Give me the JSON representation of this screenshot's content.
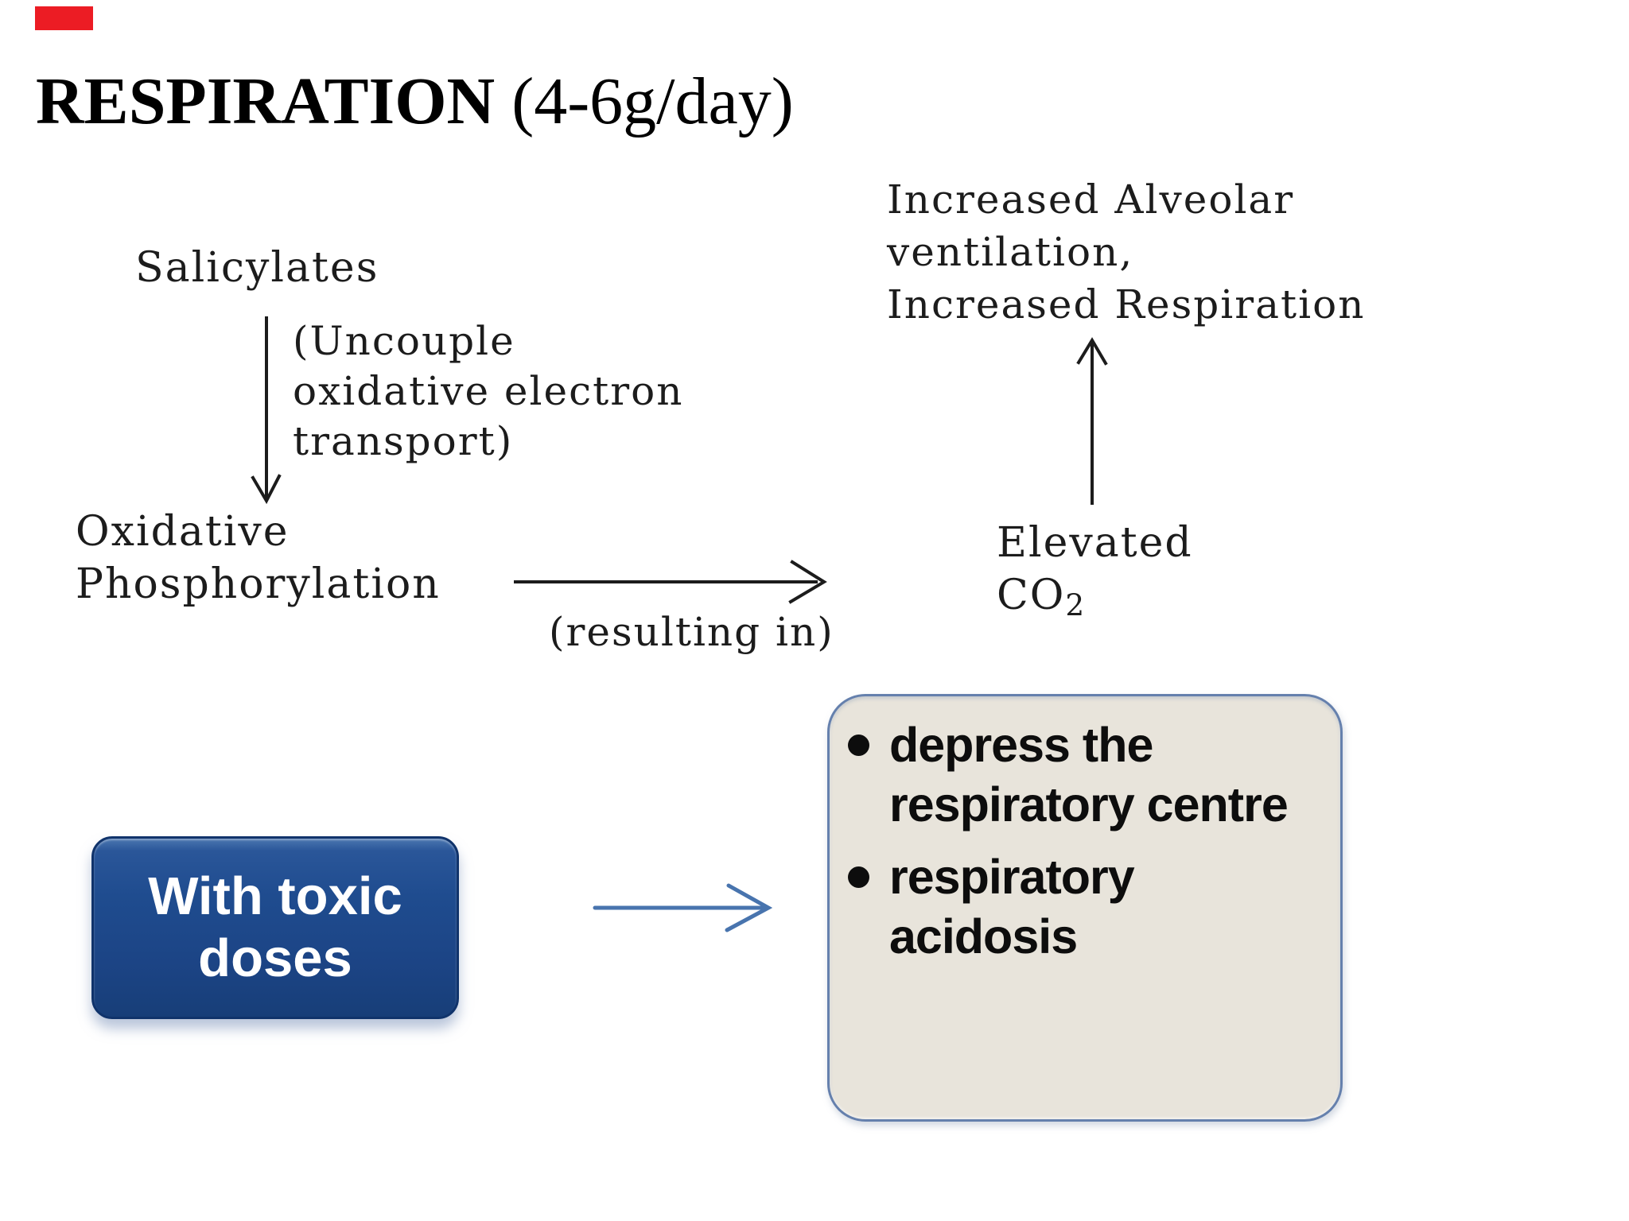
{
  "colors": {
    "ink": "#1c1c1c",
    "marker-red": "#ec1c24",
    "accent-blue": "#4874ae",
    "toxic-box-bg": "#1f4c8f",
    "effects-box-bg": "#e8e4db",
    "effects-box-border": "#6580ad"
  },
  "title": {
    "main": "RESPIRATION",
    "suffix": " (4-6g/day)"
  },
  "diagram": {
    "salicylates": "Salicylates",
    "uncouple": {
      "lines": [
        "(Uncouple",
        "oxidative electron",
        "transport)"
      ]
    },
    "oxidative": {
      "lines": [
        "Oxidative",
        "Phosphorylation"
      ]
    },
    "resulting_in": "(resulting in)",
    "increased": {
      "lines": [
        "Increased Alveolar",
        "ventilation,",
        "Increased Respiration"
      ]
    },
    "elevated": {
      "line1": "Elevated",
      "line2_main": "CO",
      "line2_sub": "2"
    }
  },
  "toxic_box": {
    "lines": [
      "With toxic",
      "doses"
    ]
  },
  "effects_box": {
    "bullets": [
      {
        "lines": [
          "depress the",
          "respiratory centre"
        ]
      },
      {
        "lines": [
          "respiratory",
          "acidosis"
        ]
      }
    ]
  }
}
